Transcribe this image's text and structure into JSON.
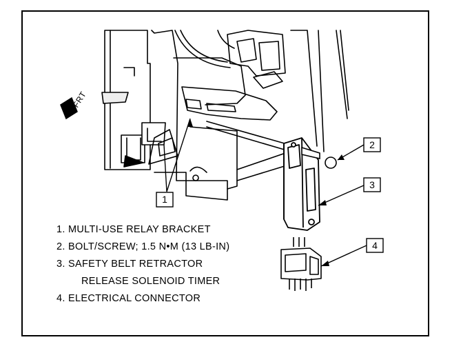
{
  "diagram": {
    "direction_label": "FRT",
    "callouts": [
      "1",
      "2",
      "3",
      "4"
    ],
    "legend": [
      "1. MULTI-USE RELAY BRACKET",
      "2. BOLT/SCREW; 1.5 N•M (13 LB-IN)",
      "3. SAFETY BELT RETRACTOR",
      "RELEASE SOLENOID TIMER",
      "4. ELECTRICAL CONNECTOR"
    ]
  }
}
